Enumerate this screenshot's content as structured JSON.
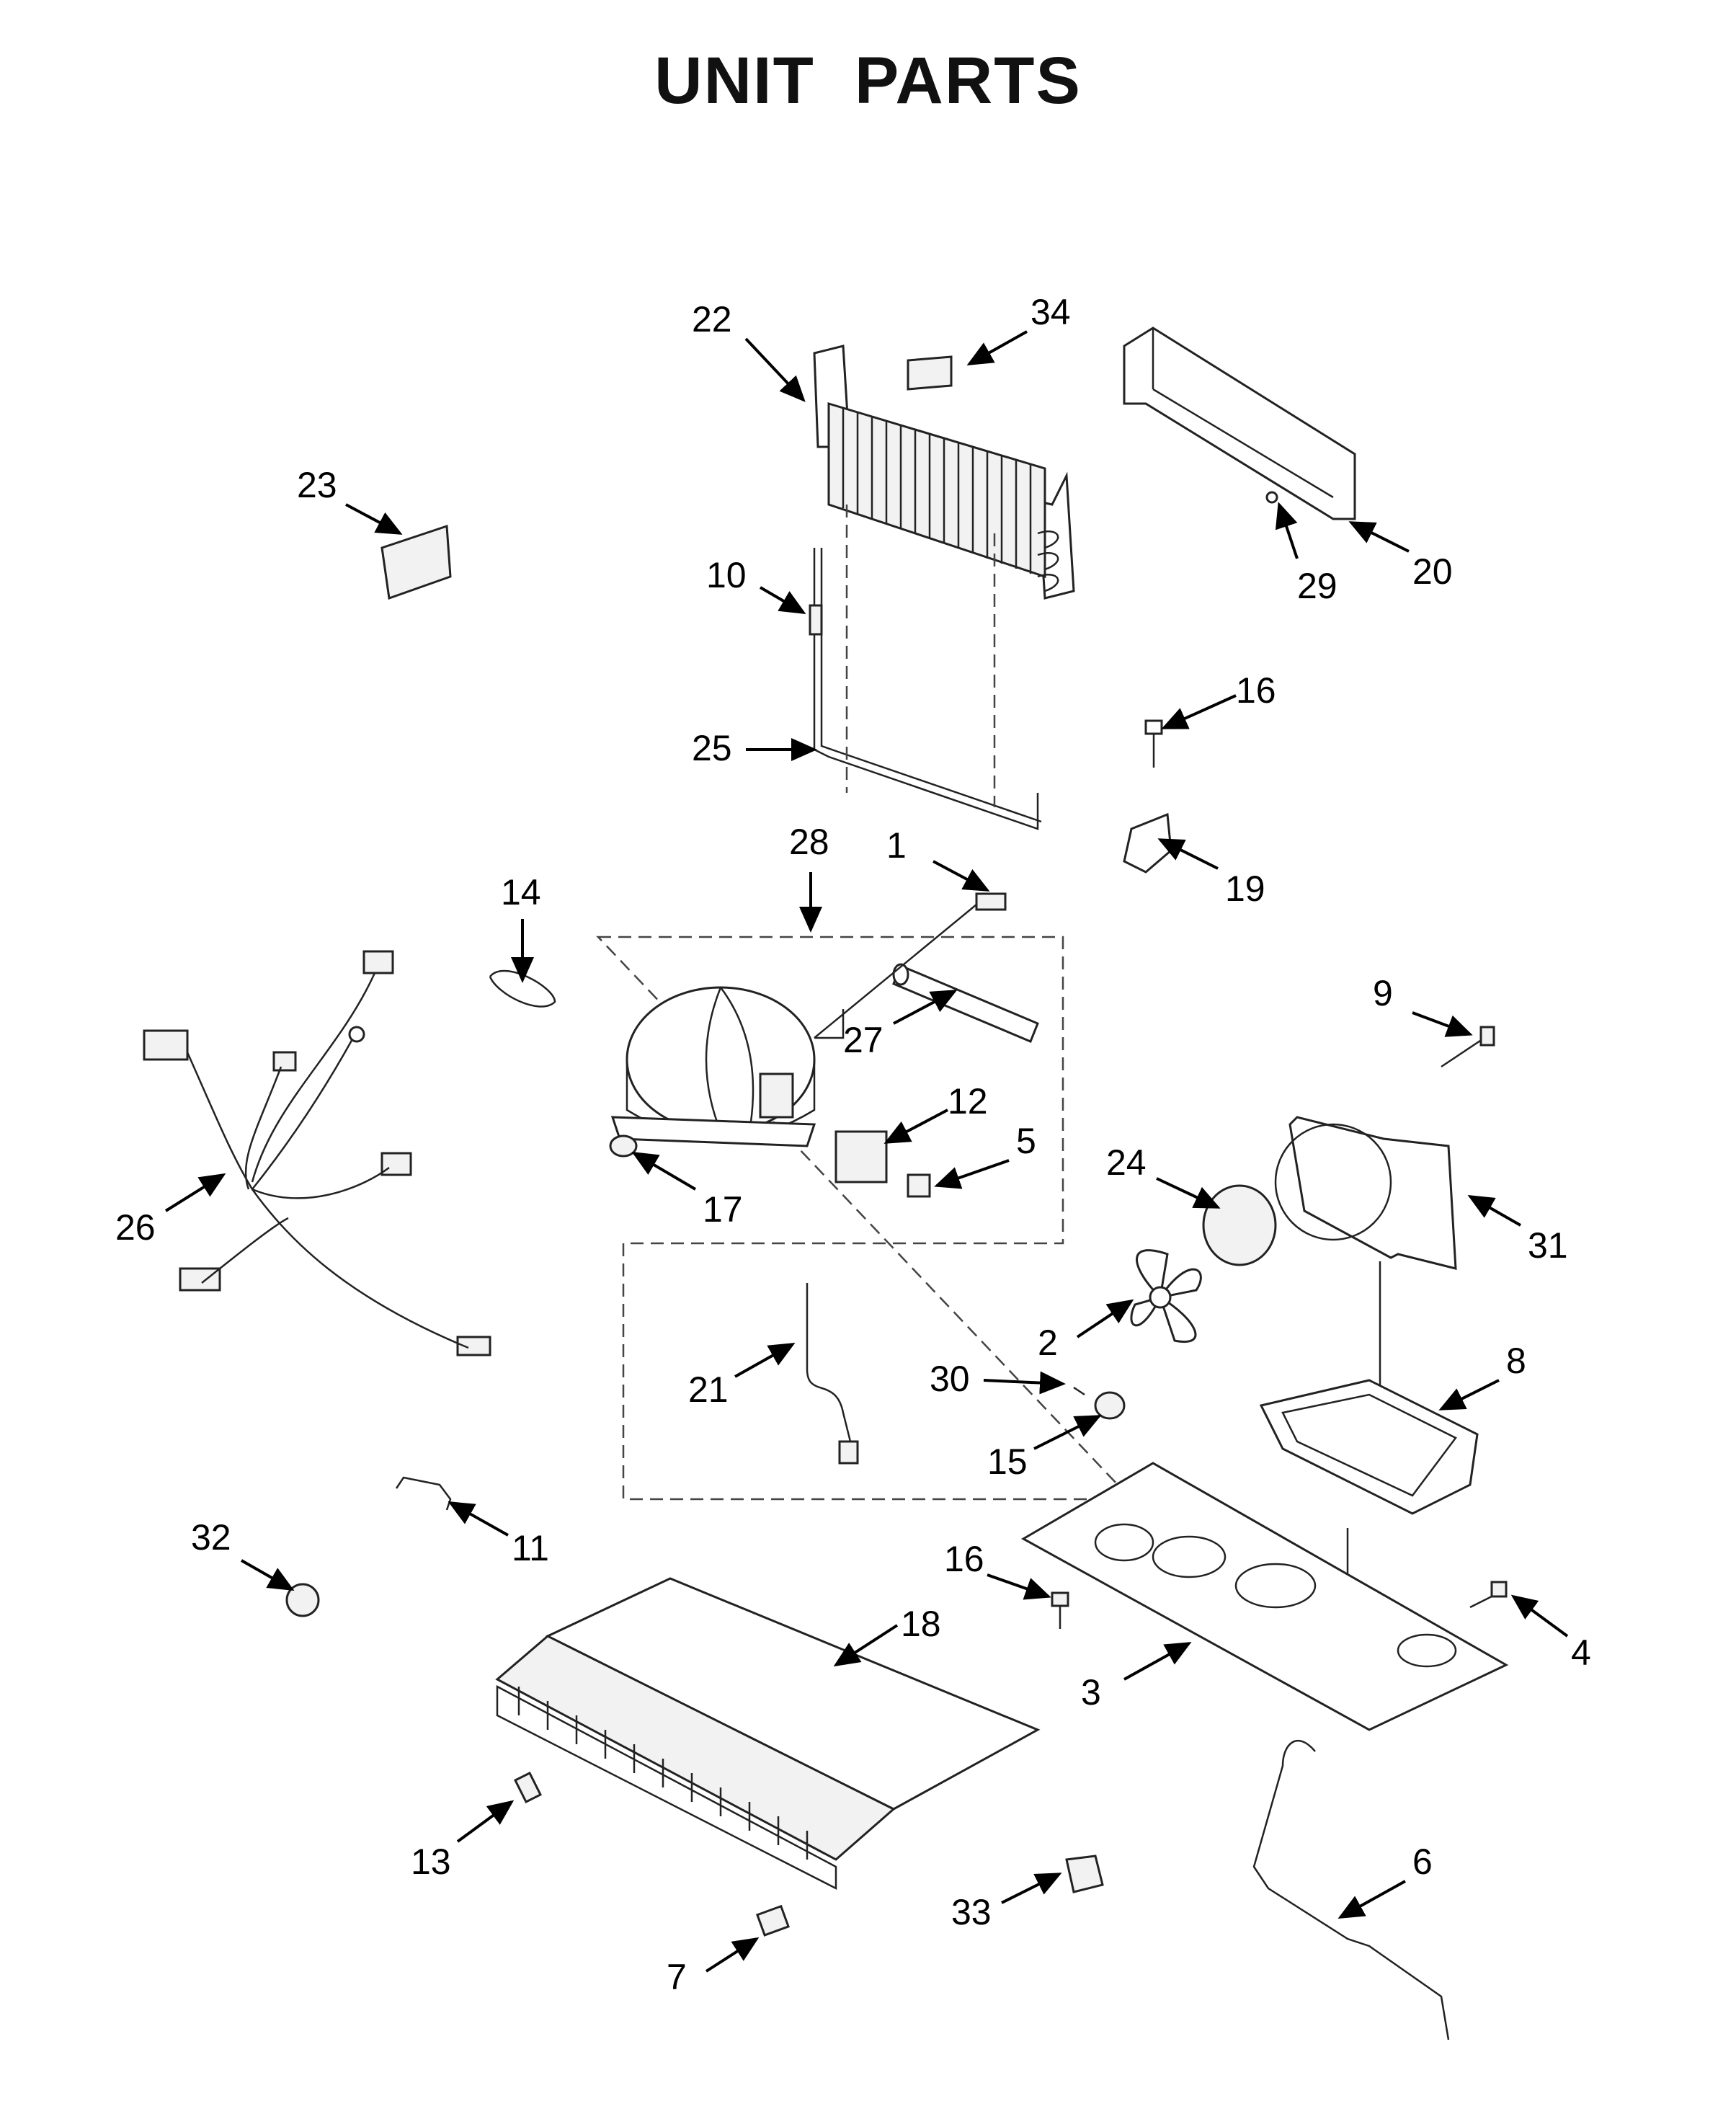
{
  "title": "UNIT  PARTS",
  "callouts": [
    {
      "id": "c1",
      "label": "1"
    },
    {
      "id": "c2",
      "label": "2"
    },
    {
      "id": "c3",
      "label": "3"
    },
    {
      "id": "c4",
      "label": "4"
    },
    {
      "id": "c5",
      "label": "5"
    },
    {
      "id": "c6",
      "label": "6"
    },
    {
      "id": "c7",
      "label": "7"
    },
    {
      "id": "c8",
      "label": "8"
    },
    {
      "id": "c9",
      "label": "9"
    },
    {
      "id": "c10",
      "label": "10"
    },
    {
      "id": "c11",
      "label": "11"
    },
    {
      "id": "c12",
      "label": "12"
    },
    {
      "id": "c13",
      "label": "13"
    },
    {
      "id": "c14",
      "label": "14"
    },
    {
      "id": "c15",
      "label": "15"
    },
    {
      "id": "c16a",
      "label": "16"
    },
    {
      "id": "c16b",
      "label": "16"
    },
    {
      "id": "c17",
      "label": "17"
    },
    {
      "id": "c18",
      "label": "18"
    },
    {
      "id": "c19",
      "label": "19"
    },
    {
      "id": "c20",
      "label": "20"
    },
    {
      "id": "c21",
      "label": "21"
    },
    {
      "id": "c22",
      "label": "22"
    },
    {
      "id": "c23",
      "label": "23"
    },
    {
      "id": "c24",
      "label": "24"
    },
    {
      "id": "c25",
      "label": "25"
    },
    {
      "id": "c26",
      "label": "26"
    },
    {
      "id": "c27",
      "label": "27"
    },
    {
      "id": "c28",
      "label": "28"
    },
    {
      "id": "c29",
      "label": "29"
    },
    {
      "id": "c30",
      "label": "30"
    },
    {
      "id": "c31",
      "label": "31"
    },
    {
      "id": "c32",
      "label": "32"
    },
    {
      "id": "c33",
      "label": "33"
    },
    {
      "id": "c34",
      "label": "34"
    }
  ]
}
